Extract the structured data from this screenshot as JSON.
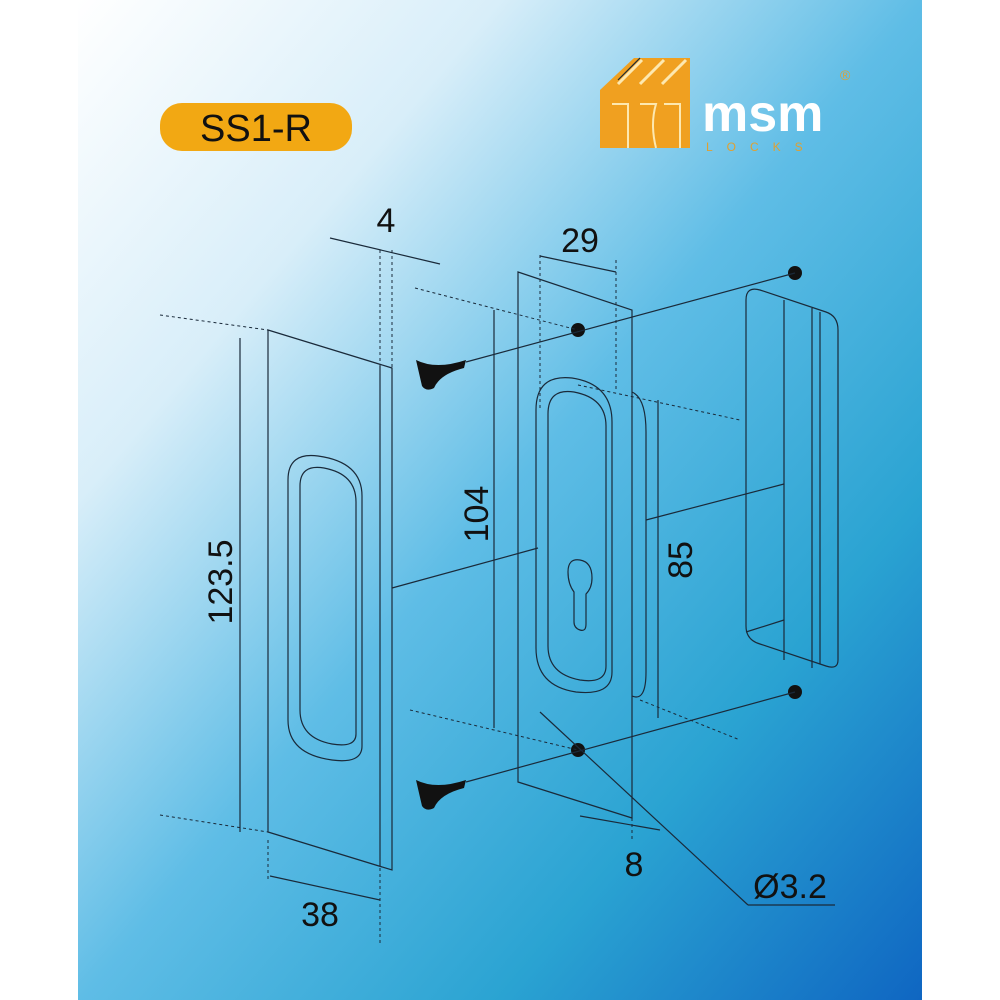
{
  "model_label": "SS1-R",
  "brand": {
    "name": "msm",
    "sub": "LOCKS",
    "registered": "®"
  },
  "colors": {
    "badge": "#f2a813",
    "logo": "#f0a020",
    "bg_light": "#ffffff",
    "bg_dark": "#1677c9"
  },
  "dimensions": {
    "thickness": "4",
    "inner_width": "29",
    "height_total": "123.5",
    "height_inner": "104",
    "cutout_height": "85",
    "width_total": "38",
    "offset": "8",
    "screw_diameter": "Ø3.2"
  }
}
